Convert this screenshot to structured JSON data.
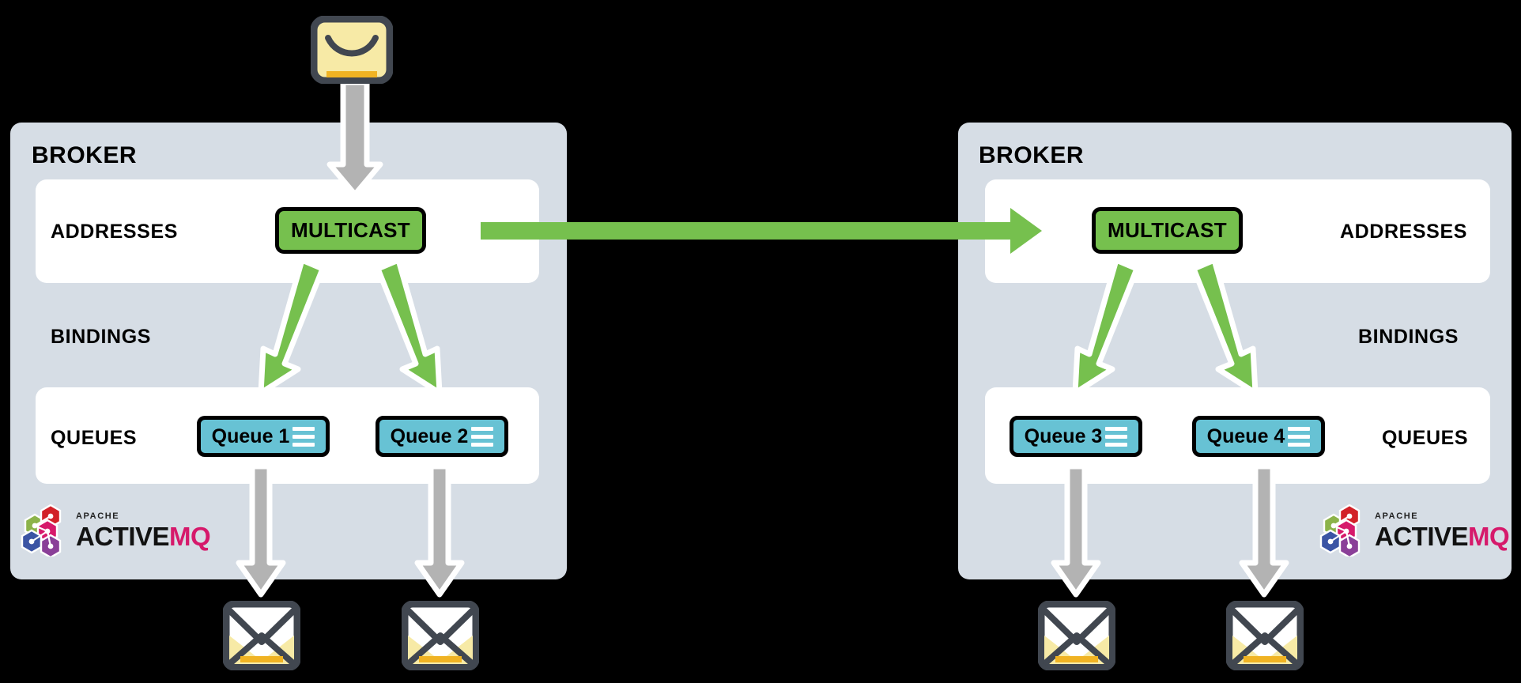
{
  "diagram": {
    "title": "ActiveMQ Artemis multicast address routing across two brokers",
    "background_color": "#000000",
    "colors": {
      "broker_panel": "#d6dde5",
      "inner_panel": "#ffffff",
      "multicast_green": "#76c04e",
      "queue_teal": "#67c2d4",
      "arrow_green": "#76c04e",
      "arrow_gray": "#b3b3b3",
      "envelope_yellow": "#f7e9a9",
      "envelope_border": "#414750",
      "text": "#000000"
    }
  },
  "brokers": [
    {
      "id": "broker-left",
      "title": "BROKER",
      "label_align": "left",
      "rows": [
        {
          "key": "addresses",
          "label": "ADDRESSES"
        },
        {
          "key": "bindings",
          "label": "BINDINGS"
        },
        {
          "key": "queues",
          "label": "QUEUES"
        }
      ],
      "address": {
        "label": "MULTICAST",
        "type": "multicast"
      },
      "queues": [
        {
          "label": "Queue 1"
        },
        {
          "label": "Queue 2"
        }
      ],
      "logo": {
        "apache": "APACHE",
        "active": "ACTIVE",
        "mq": "MQ"
      }
    },
    {
      "id": "broker-right",
      "title": "BROKER",
      "label_align": "right",
      "rows": [
        {
          "key": "addresses",
          "label": "ADDRESSES"
        },
        {
          "key": "bindings",
          "label": "BINDINGS"
        },
        {
          "key": "queues",
          "label": "QUEUES"
        }
      ],
      "address": {
        "label": "MULTICAST",
        "type": "multicast"
      },
      "queues": [
        {
          "label": "Queue 3"
        },
        {
          "label": "Queue 4"
        }
      ],
      "logo": {
        "apache": "APACHE",
        "active": "ACTIVE",
        "mq": "MQ"
      }
    }
  ],
  "messages": {
    "producer": {
      "name": "closed-envelope",
      "count": 1
    },
    "consumers": {
      "name": "open-envelope",
      "count": 4
    }
  },
  "flows": [
    {
      "name": "producer-to-multicast",
      "from": "producer-envelope",
      "to": "broker-left.multicast",
      "color": "gray"
    },
    {
      "name": "multicast-to-queue-1",
      "from": "broker-left.multicast",
      "to": "broker-left.queue-1",
      "color": "green"
    },
    {
      "name": "multicast-to-queue-2",
      "from": "broker-left.multicast",
      "to": "broker-left.queue-2",
      "color": "green"
    },
    {
      "name": "broker-to-broker",
      "from": "broker-left.multicast",
      "to": "broker-right.multicast",
      "color": "green"
    },
    {
      "name": "multicast-to-queue-3",
      "from": "broker-right.multicast",
      "to": "broker-right.queue-3",
      "color": "green"
    },
    {
      "name": "multicast-to-queue-4",
      "from": "broker-right.multicast",
      "to": "broker-right.queue-4",
      "color": "green"
    },
    {
      "name": "queue-1-to-consumer",
      "from": "broker-left.queue-1",
      "to": "consumer-envelope-1",
      "color": "gray"
    },
    {
      "name": "queue-2-to-consumer",
      "from": "broker-left.queue-2",
      "to": "consumer-envelope-2",
      "color": "gray"
    },
    {
      "name": "queue-3-to-consumer",
      "from": "broker-right.queue-3",
      "to": "consumer-envelope-3",
      "color": "gray"
    },
    {
      "name": "queue-4-to-consumer",
      "from": "broker-right.queue-4",
      "to": "consumer-envelope-4",
      "color": "gray"
    }
  ]
}
